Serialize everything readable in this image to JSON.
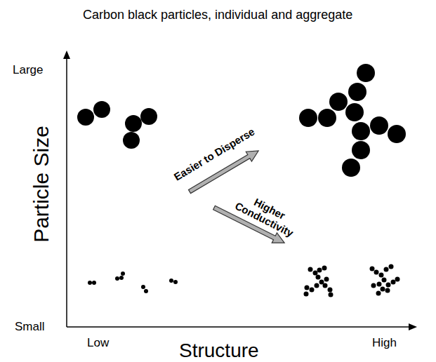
{
  "diagram": {
    "title": "Carbon black particles, individual and aggregate",
    "labels": [
      "Large",
      "Small",
      "Particle Size",
      "Low",
      "High",
      "Structure",
      "Easier to Disperse",
      "Higher Conductivity"
    ]
  }
}
